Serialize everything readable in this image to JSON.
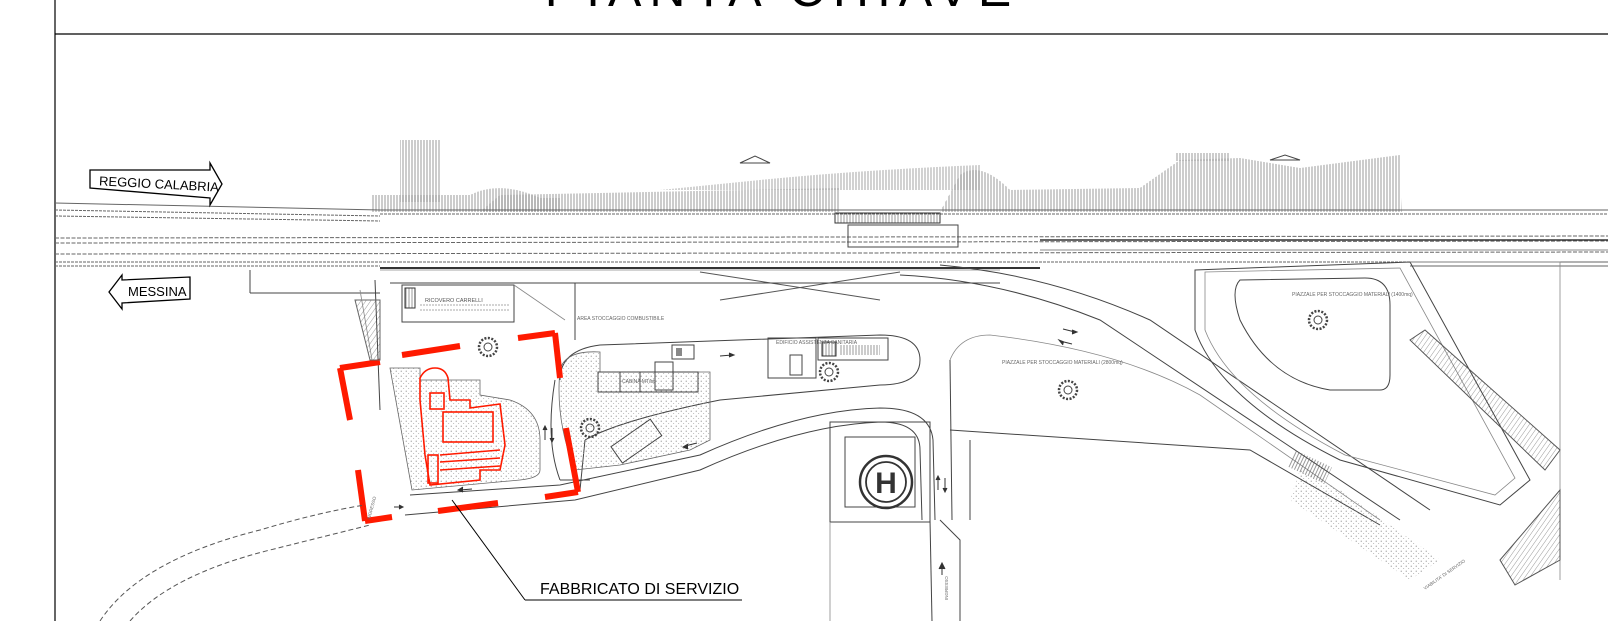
{
  "title": "PIANTA CHIAVE",
  "directions": {
    "reggio": "REGGIO CALABRIA",
    "messina": "MESSINA"
  },
  "callout": "FABBRICATO DI SERVIZIO",
  "labels": {
    "ricovero": "RICOVERO CARRELLI",
    "area_stoccaggio": "AREA STOCCAGGIO COMBUSTIBILE",
    "edificio": "EDIFICIO ASSISTENZA SANITARIA",
    "cabina": "CABINA MT/bt",
    "piazzale_1": "PIAZZALE PER STOCCAGGIO MATERIALI (1400mq)",
    "piazzale_2": "PIAZZALE PER STOCCAGGIO MATERIALI (2800mq)",
    "heliport": "H",
    "ingresso": "INGRESSO",
    "viabilita": "VIABILITA' DI SERVIZIO",
    "uscita": "USCITA"
  },
  "colors": {
    "highlight": "#ff1a00",
    "line": "#444444"
  }
}
